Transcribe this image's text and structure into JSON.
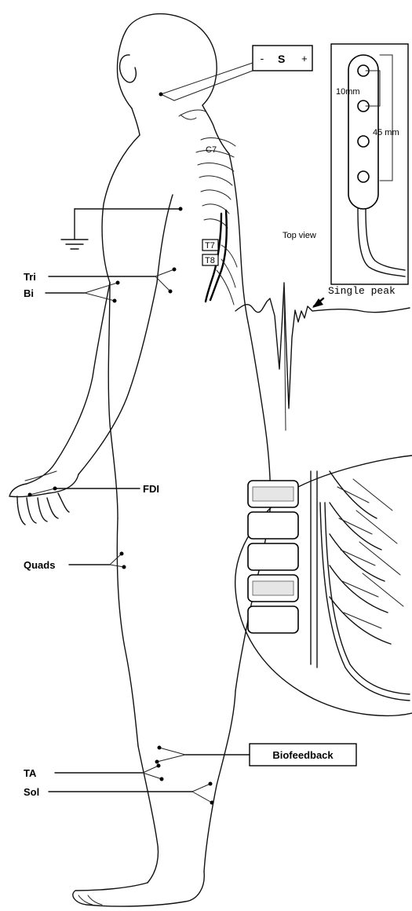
{
  "labels": {
    "stimulator_minus": "-",
    "stimulator_s": "S",
    "stimulator_plus": "+",
    "c7": "C7",
    "t7": "T7",
    "t8": "T8",
    "spacing_10": "10mm",
    "spacing_45": "45 mm",
    "top_view": "Top view",
    "single_peak": "Single peak",
    "tri": "Tri",
    "bi": "Bi",
    "fdi": "FDI",
    "quads": "Quads",
    "ta": "TA",
    "sol": "Sol",
    "biofeedback": "Biofeedback"
  }
}
